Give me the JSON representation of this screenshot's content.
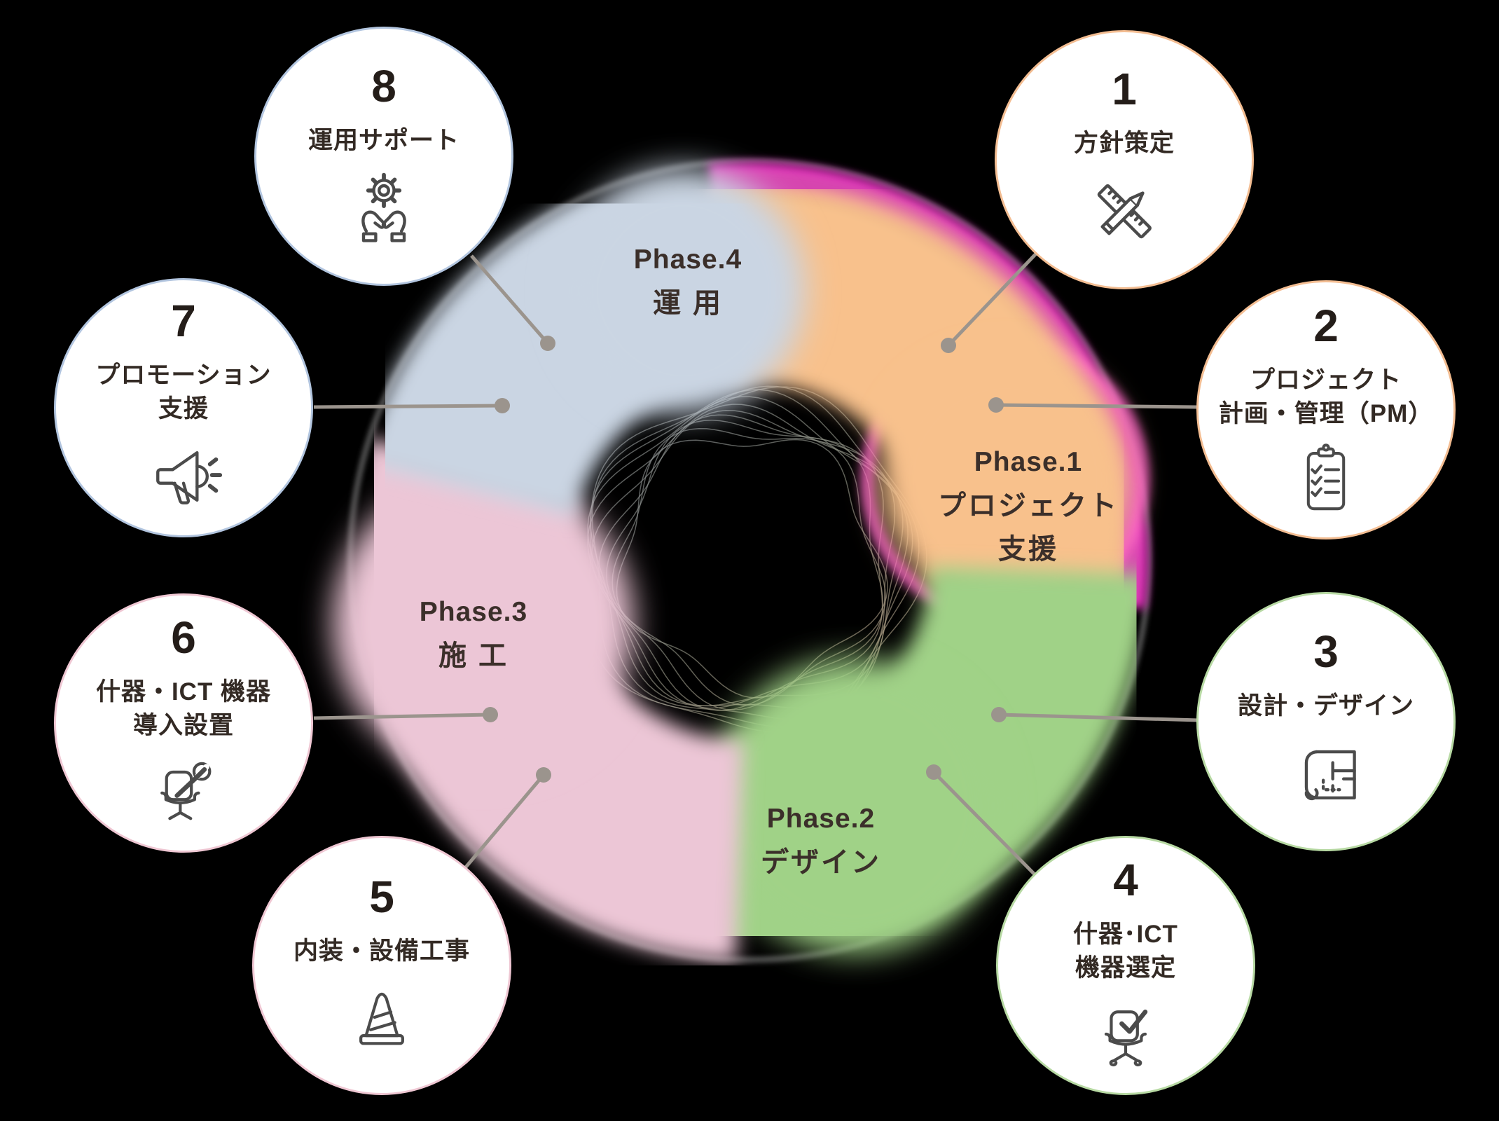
{
  "diagram": {
    "title": "office-project-flow-diagram",
    "phases": [
      {
        "name": "Phase.1",
        "lines": [
          "プロジェクト",
          "支援"
        ]
      },
      {
        "name": "Phase.2",
        "lines": [
          "デザイン"
        ]
      },
      {
        "name": "Phase.3",
        "lines": [
          "施 工"
        ]
      },
      {
        "name": "Phase.4",
        "lines": [
          "運 用"
        ]
      }
    ],
    "steps": [
      {
        "number": "1",
        "lines": [
          "方針策定"
        ],
        "icon": "pencil-ruler-icon"
      },
      {
        "number": "2",
        "lines": [
          "プロジェクト",
          "計画・管理（PM）"
        ],
        "icon": "clipboard-checklist-icon"
      },
      {
        "number": "3",
        "lines": [
          "設計・デザイン"
        ],
        "icon": "floor-plan-icon"
      },
      {
        "number": "4",
        "lines": [
          "什器･ICT",
          "機器選定"
        ],
        "icon": "chair-check-icon"
      },
      {
        "number": "5",
        "lines": [
          "内装・設備工事"
        ],
        "icon": "traffic-cone-icon"
      },
      {
        "number": "6",
        "lines": [
          "什器・ICT 機器",
          "導入設置"
        ],
        "icon": "chair-wrench-icon"
      },
      {
        "number": "7",
        "lines": [
          "プロモーション",
          "支援"
        ],
        "icon": "megaphone-icon"
      },
      {
        "number": "8",
        "lines": [
          "運用サポート"
        ],
        "icon": "hands-gear-icon"
      }
    ],
    "colors": {
      "background": "#000000",
      "phase1_fill": "#F8C18C",
      "phase1_rim": "#FB52CE",
      "phase1_rim_bright": "#FF1FD6",
      "phase2_fill": "#A0D287",
      "phase3_fill": "#ECC6D6",
      "phase4_fill": "#CAD5E3",
      "step12_border": "#F3BD92",
      "step34_border": "#B7D9A3",
      "step56_border": "#EFC7D3",
      "step78_border": "#B2C5DF",
      "connector": "#9B948D",
      "text": "#3B2F2A"
    }
  }
}
